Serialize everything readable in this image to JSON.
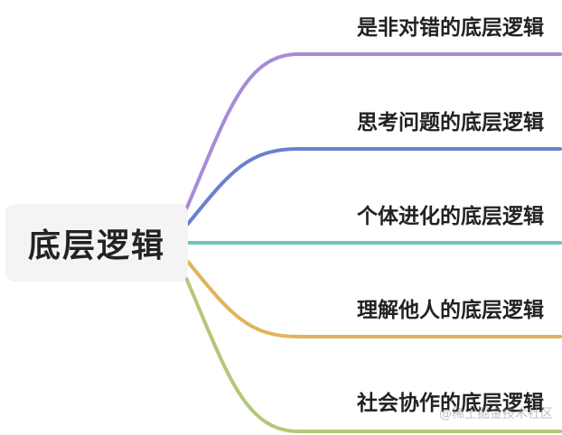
{
  "root": {
    "label": "底层逻辑"
  },
  "branches": [
    {
      "label": "是非对错的底层逻辑",
      "color": "#a78bd8"
    },
    {
      "label": "思考问题的底层逻辑",
      "color": "#6b7fd0"
    },
    {
      "label": "个体进化的底层逻辑",
      "color": "#6cc4c4"
    },
    {
      "label": "理解他人的底层逻辑",
      "color": "#e0b45a"
    },
    {
      "label": "社会协作的底层逻辑",
      "color": "#b3c878"
    }
  ],
  "watermark": "@稀土掘金技术社区"
}
